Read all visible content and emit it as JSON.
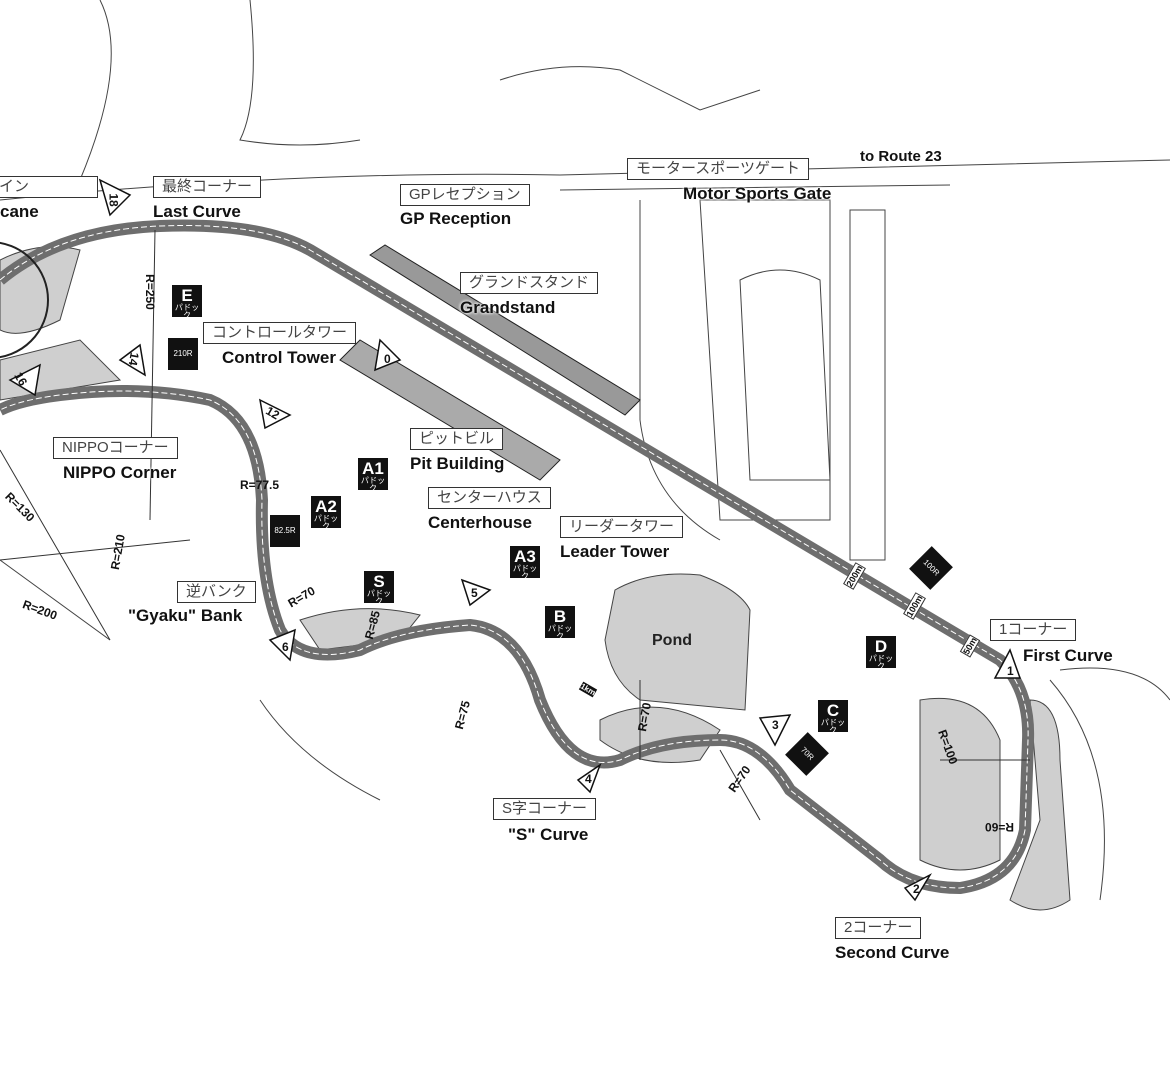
{
  "labels": {
    "chicane": {
      "jp": "イン",
      "en": "cane"
    },
    "last_curve": {
      "jp": "最終コーナー",
      "en": "Last Curve"
    },
    "gp_reception": {
      "jp": "GPレセプション",
      "en": "GP Reception"
    },
    "motor_sports_gate": {
      "jp": "モータースポーツゲート",
      "en": "Motor Sports Gate"
    },
    "to_route": "to Route 23",
    "grandstand": {
      "jp": "グランドスタンド",
      "en": "Grandstand"
    },
    "control_tower": {
      "jp": "コントロールタワー",
      "en": "Control Tower"
    },
    "pit_building": {
      "jp": "ピットビル",
      "en": "Pit Building"
    },
    "centerhouse": {
      "jp": "センターハウス",
      "en": "Centerhouse"
    },
    "leader_tower": {
      "jp": "リーダータワー",
      "en": "Leader Tower"
    },
    "nippo_corner": {
      "jp": "NIPPOコーナー",
      "en": "NIPPO Corner"
    },
    "gyaku_bank": {
      "jp": "逆バンク",
      "en": "\"Gyaku\" Bank"
    },
    "s_curve": {
      "jp": "S字コーナー",
      "en": "\"S\" Curve"
    },
    "first_curve": {
      "jp": "1コーナー",
      "en": "First Curve"
    },
    "second_curve": {
      "jp": "2コーナー",
      "en": "Second Curve"
    },
    "pond": "Pond"
  },
  "paddocks": [
    {
      "letter": "E",
      "sub": "パドック"
    },
    {
      "letter": "A1",
      "sub": "パドック"
    },
    {
      "letter": "A2",
      "sub": "パドック"
    },
    {
      "letter": "A3",
      "sub": "パドック"
    },
    {
      "letter": "S",
      "sub": "パドック"
    },
    {
      "letter": "B",
      "sub": "パドック"
    },
    {
      "letter": "C",
      "sub": "パドック"
    },
    {
      "letter": "D",
      "sub": "パドック"
    }
  ],
  "radii": [
    "R=250",
    "R=77.5",
    "R=130",
    "R=210",
    "R=200",
    "R=70",
    "R=85",
    "R=75",
    "R=70",
    "R=70",
    "R=100",
    "R=60"
  ],
  "corner_numbers": [
    "18",
    "16",
    "14",
    "12",
    "0",
    "1",
    "2",
    "3",
    "4",
    "5",
    "6"
  ],
  "speed_signs": [
    "210R",
    "82.5R",
    "70R",
    "100R"
  ],
  "distance_markers": [
    "200m",
    "100m",
    "50m",
    "1km"
  ],
  "colors": {
    "track": "#6e6e6e",
    "runoff": "#cfcfcf",
    "pond": "#cfcfcf",
    "line": "#333333"
  }
}
